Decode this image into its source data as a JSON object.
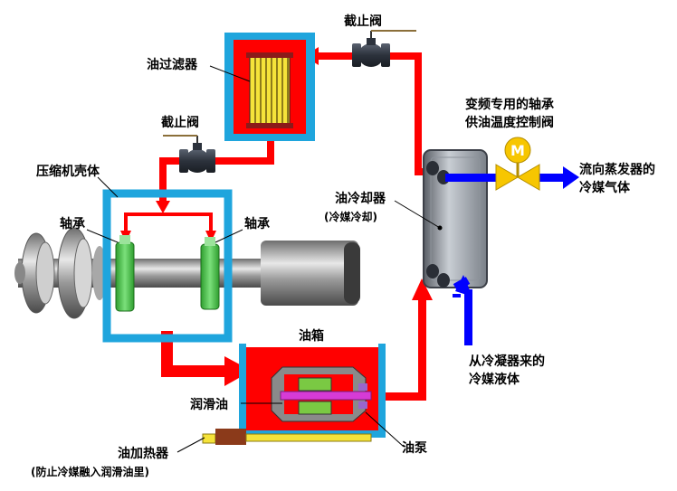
{
  "labels": {
    "stop_valve_top": "截止阀",
    "oil_filter": "油过滤器",
    "stop_valve_mid": "截止阀",
    "compressor_housing": "压缩机壳体",
    "bearing_left": "轴承",
    "bearing_right": "轴承",
    "oil_cooler_line1": "油冷却器",
    "oil_cooler_line2": "(冷媒冷却)",
    "control_valve_line1": "变频专用的轴承",
    "control_valve_line2": "供油温度控制阀",
    "valve_symbol": "M",
    "to_evaporator_line1": "流向蒸发器的",
    "to_evaporator_line2": "冷媒气体",
    "from_condenser_line1": "从冷凝器来的",
    "from_condenser_line2": "冷媒液体",
    "oil_tank": "油箱",
    "lubricating_oil": "润滑油",
    "oil_pump": "油泵",
    "oil_heater_line1": "油加热器",
    "oil_heater_line2": "(防止冷媒融入润滑油里)"
  },
  "colors": {
    "oil_line": "#ff0000",
    "refrigerant_line": "#0000ff",
    "enclosure": "#1fa5dd",
    "filter_element": "#f5e33a",
    "bearing": "#3ec53e",
    "control_valve": "#f7c600",
    "heater_element": "#8b3a1a"
  }
}
